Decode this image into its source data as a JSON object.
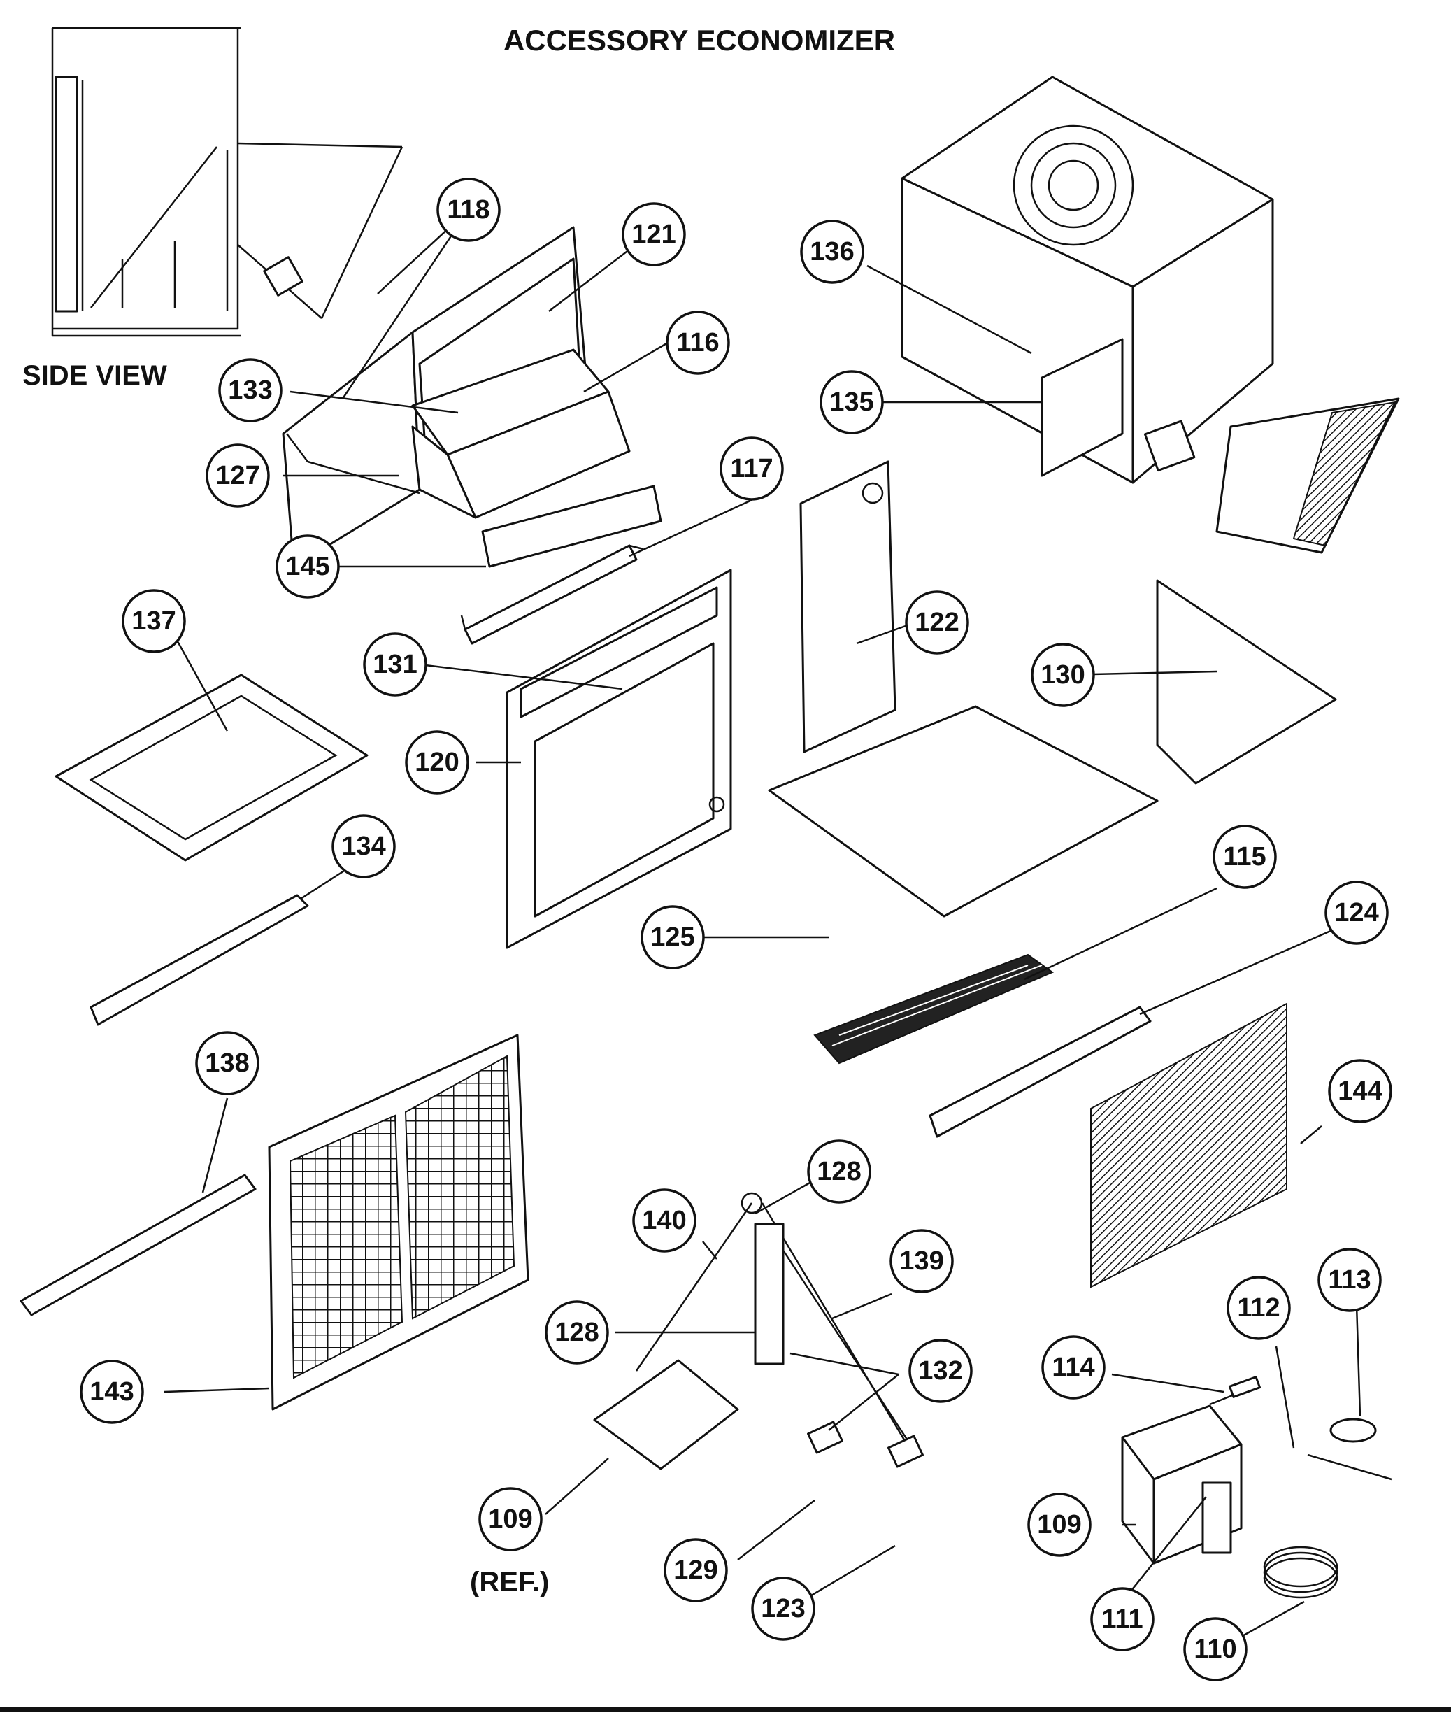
{
  "title": "ACCESSORY ECONOMIZER",
  "side_view_label": "SIDE VIEW",
  "ref_label": "(REF.)",
  "callouts": [
    {
      "id": "118"
    },
    {
      "id": "121"
    },
    {
      "id": "133"
    },
    {
      "id": "116"
    },
    {
      "id": "127"
    },
    {
      "id": "145"
    },
    {
      "id": "117"
    },
    {
      "id": "136"
    },
    {
      "id": "135"
    },
    {
      "id": "122"
    },
    {
      "id": "130"
    },
    {
      "id": "137"
    },
    {
      "id": "131"
    },
    {
      "id": "120"
    },
    {
      "id": "134"
    },
    {
      "id": "115"
    },
    {
      "id": "124"
    },
    {
      "id": "125"
    },
    {
      "id": "138"
    },
    {
      "id": "144"
    },
    {
      "id": "128a",
      "label": "128"
    },
    {
      "id": "140"
    },
    {
      "id": "139"
    },
    {
      "id": "128b",
      "label": "128"
    },
    {
      "id": "132"
    },
    {
      "id": "143"
    },
    {
      "id": "114"
    },
    {
      "id": "112"
    },
    {
      "id": "113"
    },
    {
      "id": "109a",
      "label": "109"
    },
    {
      "id": "109b",
      "label": "109"
    },
    {
      "id": "129"
    },
    {
      "id": "111"
    },
    {
      "id": "110"
    },
    {
      "id": "123"
    }
  ]
}
